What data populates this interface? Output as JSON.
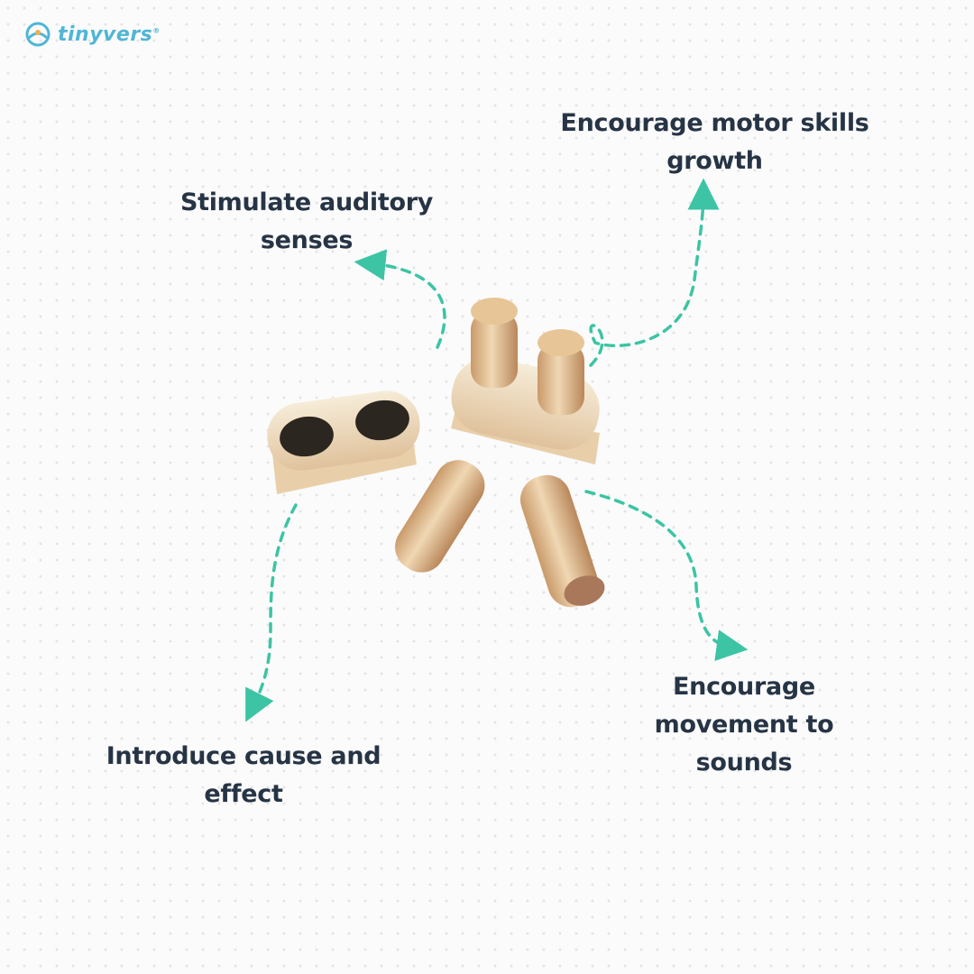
{
  "brand": {
    "name": "tinyvers",
    "trademark": "®",
    "color": "#4fb6d6"
  },
  "labels": {
    "motor_skills": [
      "Encourage motor skills",
      "growth"
    ],
    "auditory": [
      "Stimulate auditory",
      "senses"
    ],
    "movement": [
      "Encourage",
      "movement to",
      "sounds"
    ],
    "cause_effect": [
      "Introduce cause and",
      "effect"
    ]
  },
  "colors": {
    "text": "#263445",
    "arrow": "#3cc4a4",
    "wood": "#e2c49a"
  },
  "icons": [
    "tinyvers-logo-icon",
    "dashed-arrow-icon",
    "wooden-peg-toy-image"
  ]
}
